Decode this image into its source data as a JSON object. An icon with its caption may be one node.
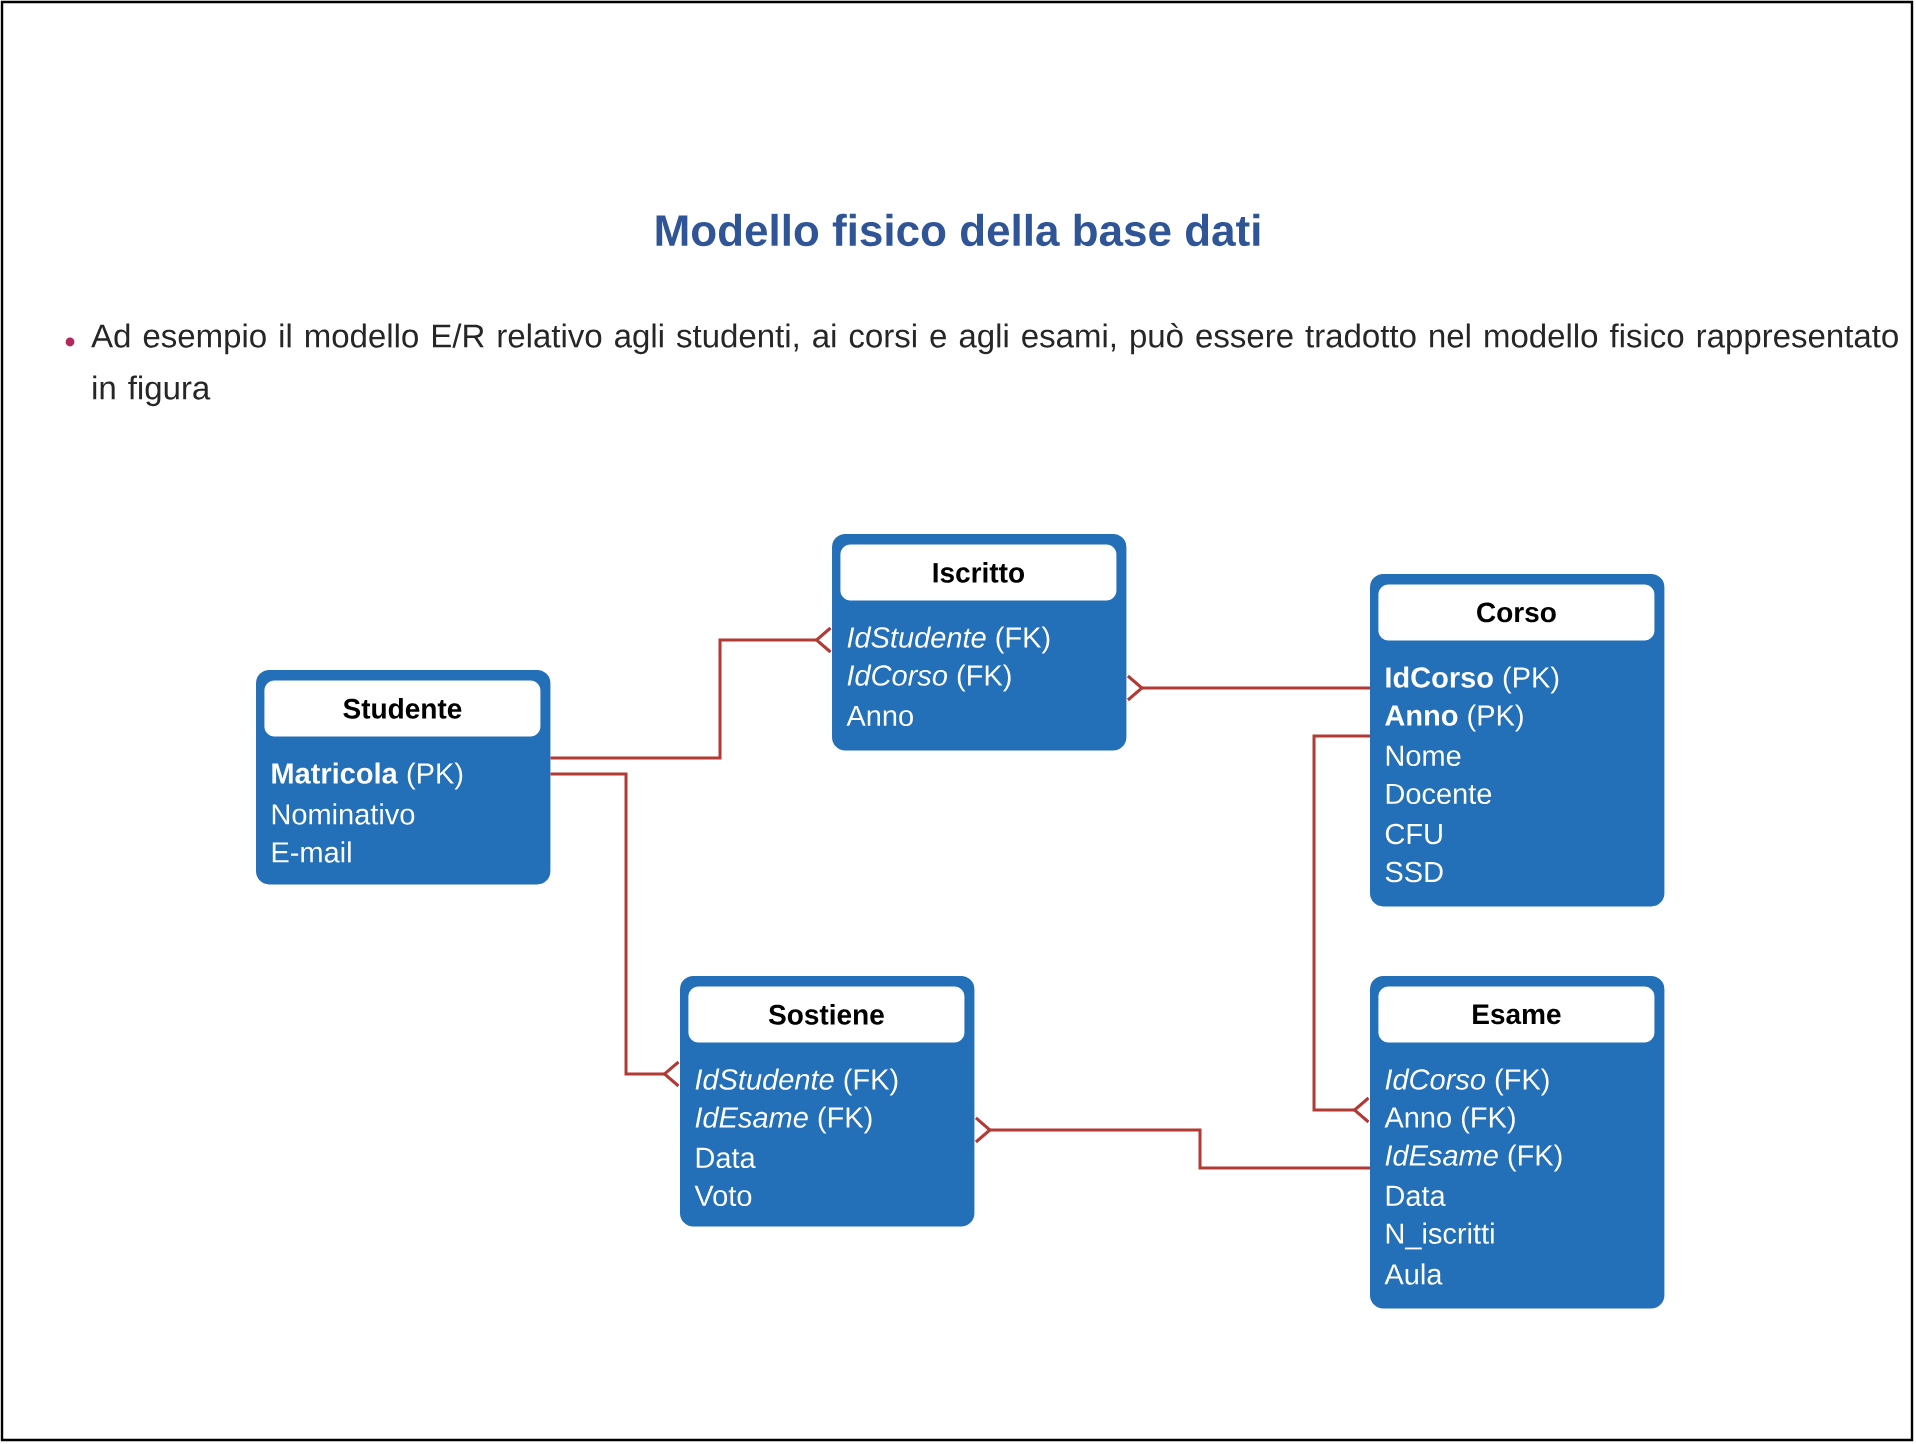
{
  "diagram": {
    "title": "Modello fisico della base dati",
    "nodes": [
      {
        "text": [
          "Studente",
          "**Matricola** (PK)",
          "Nominativo",
          "E-mail"
        ]
      },
      {
        "text": [
          "Iscritto",
          "*IdStudente* (FK)",
          "*IdCorso* (FK)",
          "Anno"
        ]
      },
      {
        "text": [
          "Corso",
          "**IdCorso** (PK)",
          "**Anno** (PK)",
          "Nome",
          "Docente",
          "CFU",
          "SSD"
        ]
      },
      {
        "text": [
          "Sostiene",
          "*IdStudente* (FK)",
          "*IdEsame* (FK)",
          "Data",
          "Voto"
        ]
      },
      {
        "text": [
          "Esame",
          "*IdCorso* (FK)",
          "Anno (FK)",
          "*IdEsame* (FK)",
          "Data",
          "N_iscritti",
          "Aula"
        ]
      }
    ],
    "edges": [
      {
        "from": 0,
        "to": 1,
        "arrow": "other"
      },
      {
        "from": 2,
        "to": 1,
        "arrow": "other"
      },
      {
        "from": 0,
        "to": 3,
        "arrow": "other"
      },
      {
        "from": 2,
        "to": 4,
        "arrow": "other"
      },
      {
        "from": 4,
        "to": 3,
        "arrow": "other"
      }
    ],
    "labels": [
      "Ad esempio il modello E/R relativo agli studenti, ai corsi e agli esami, può essere tradotto nel modello fisico rappresentato in figura"
    ]
  }
}
